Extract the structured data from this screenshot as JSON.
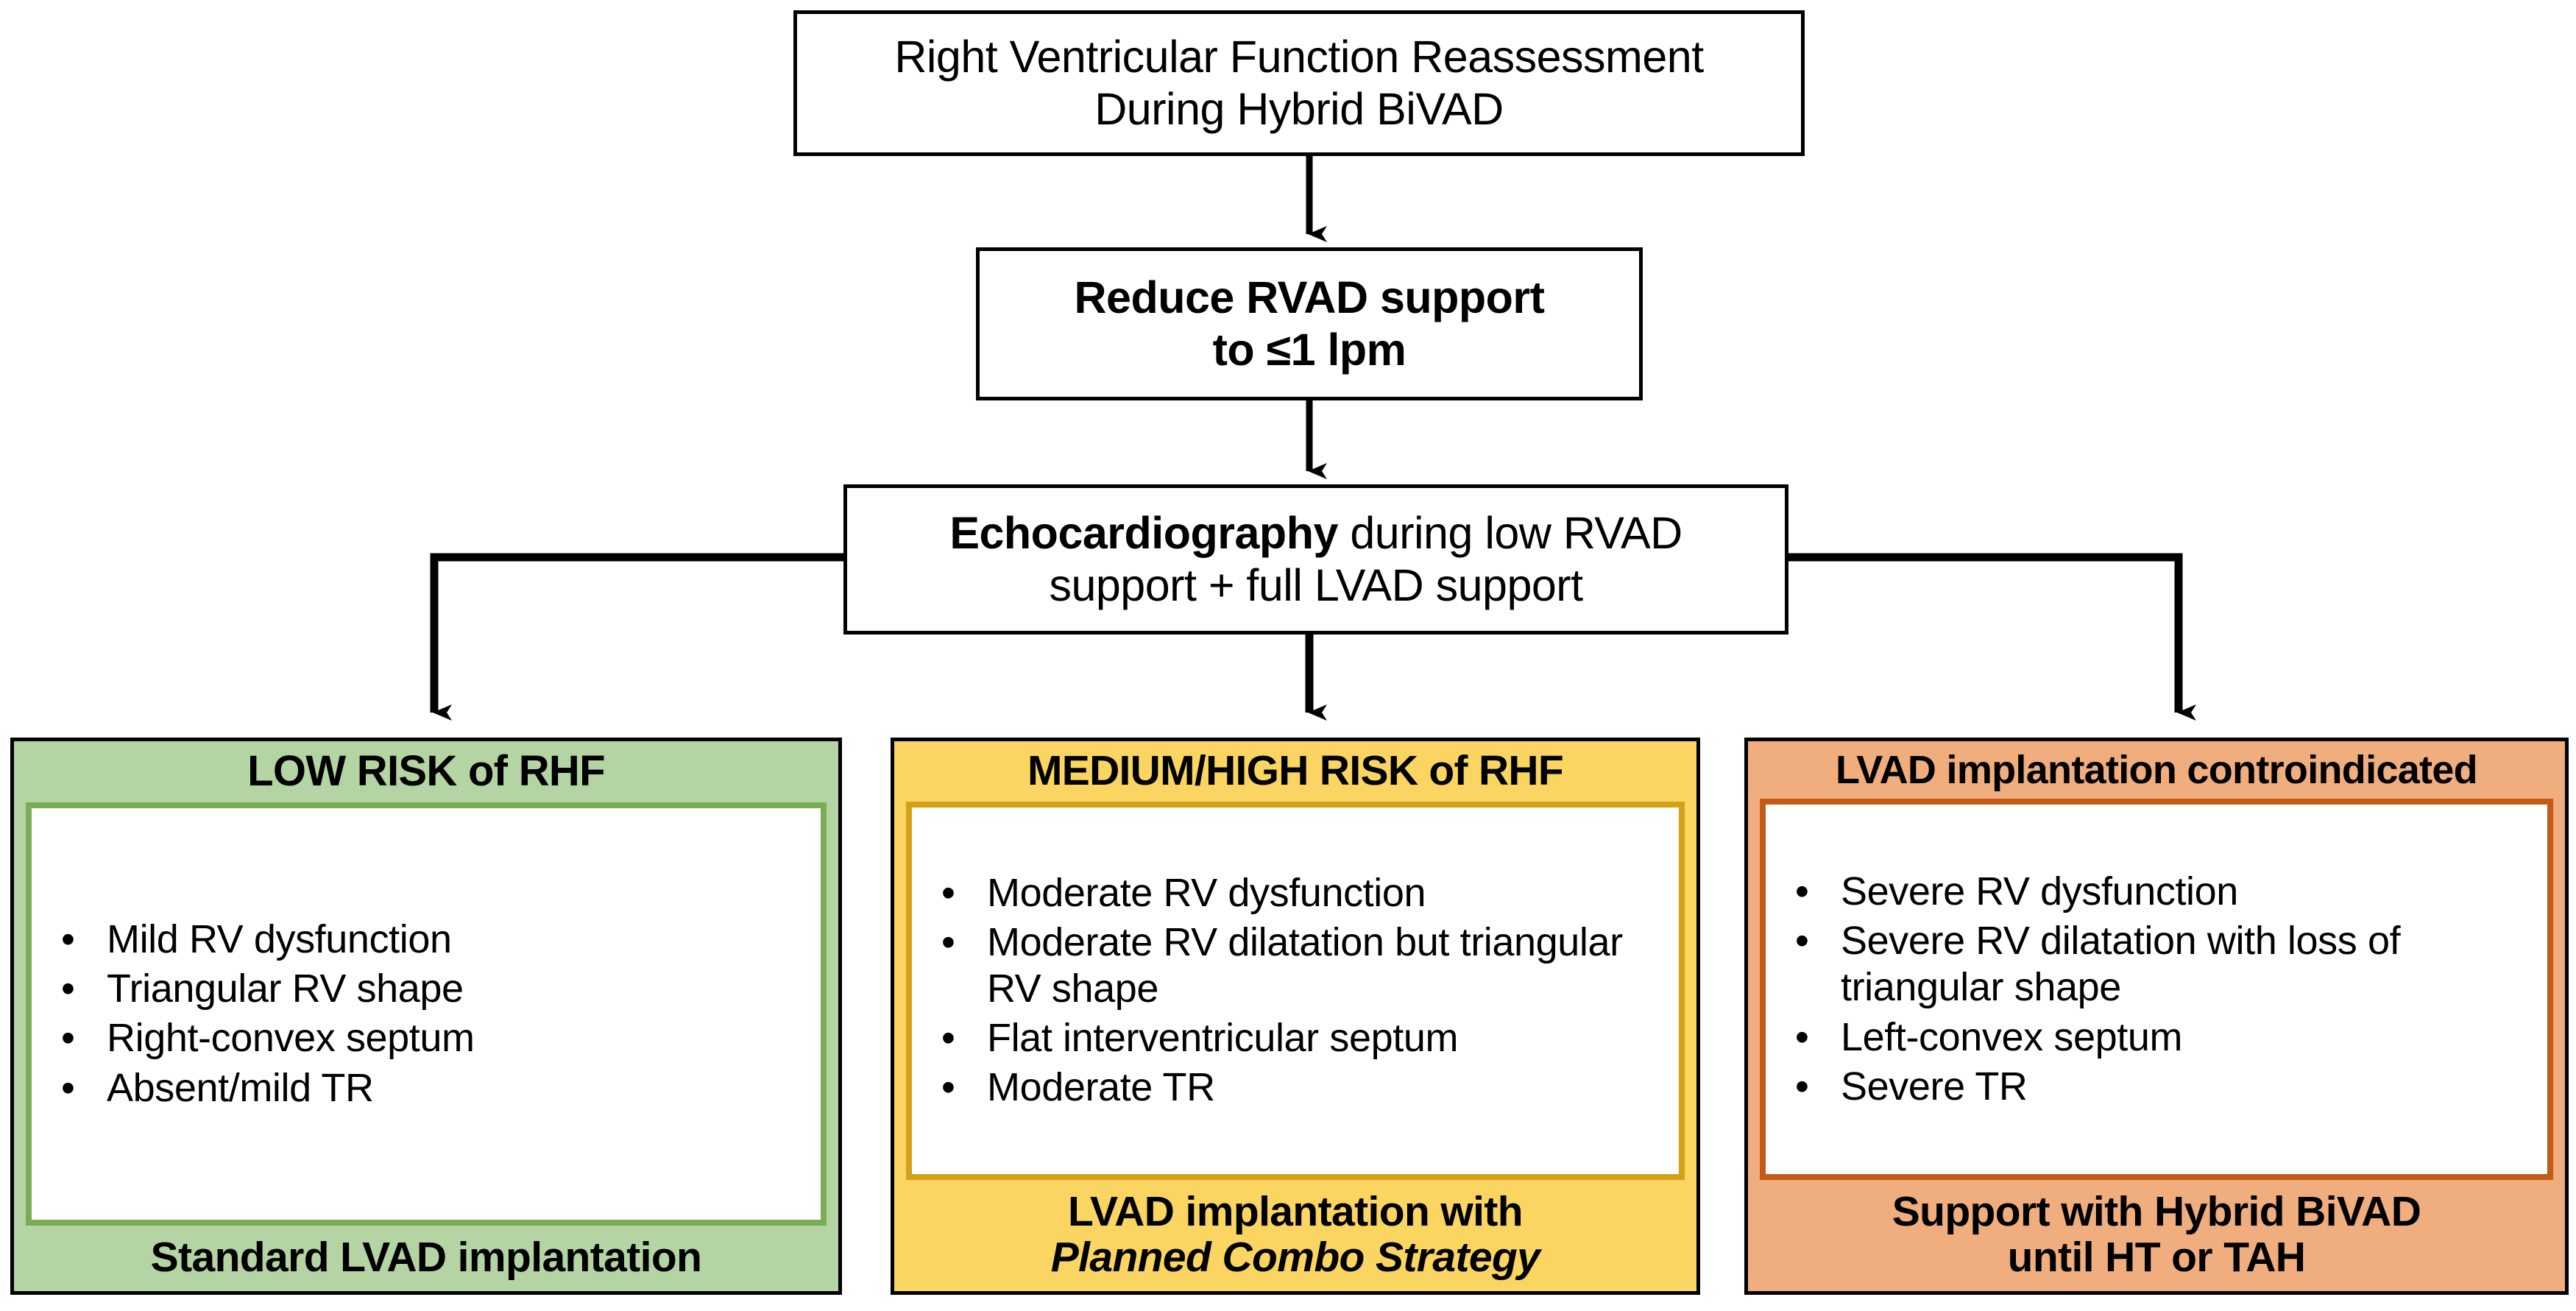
{
  "flowchart": {
    "title": "Right Ventricular Function Reassessment During Hybrid BiVAD",
    "steps": {
      "top": {
        "line1": "Right Ventricular Function Reassessment",
        "line2": "During Hybrid BiVAD"
      },
      "reduce": {
        "line1": "Reduce RVAD support",
        "line2": "to ≤1 lpm"
      },
      "echo": {
        "emphasis": "Echocardiography",
        "rest_line1": " during low RVAD",
        "line2": "support + full LVAD support"
      }
    },
    "outcomes": [
      {
        "id": "low-risk",
        "title": "LOW RISK of RHF",
        "fill": "#b4d4a4",
        "inner_border": "#7aab55",
        "criteria": [
          "Mild RV dysfunction",
          "Triangular RV shape",
          "Right-convex septum",
          "Absent/mild TR"
        ],
        "footer": "Standard LVAD implantation",
        "footer_italic": ""
      },
      {
        "id": "medium-high-risk",
        "title": "MEDIUM/HIGH RISK of RHF",
        "fill": "#fbd561",
        "inner_border": "#d4a017",
        "criteria": [
          "Moderate RV dysfunction",
          "Moderate RV dilatation but triangular RV shape",
          "Flat interventricular septum",
          "Moderate TR"
        ],
        "footer": "LVAD implantation with",
        "footer_italic": "Planned Combo Strategy"
      },
      {
        "id": "contraindicated",
        "title": "LVAD implantation controindicated",
        "fill": "#f0ae7e",
        "inner_border": "#c35a17",
        "criteria": [
          "Severe RV dysfunction",
          "Severe RV dilatation with loss of triangular shape",
          "Left-convex septum",
          "Severe TR"
        ],
        "footer": "Support with Hybrid BiVAD",
        "footer_italic": "",
        "footer_line2": "until HT or TAH"
      }
    ],
    "bullet_glyph": "•",
    "connector_color": "#000000"
  }
}
